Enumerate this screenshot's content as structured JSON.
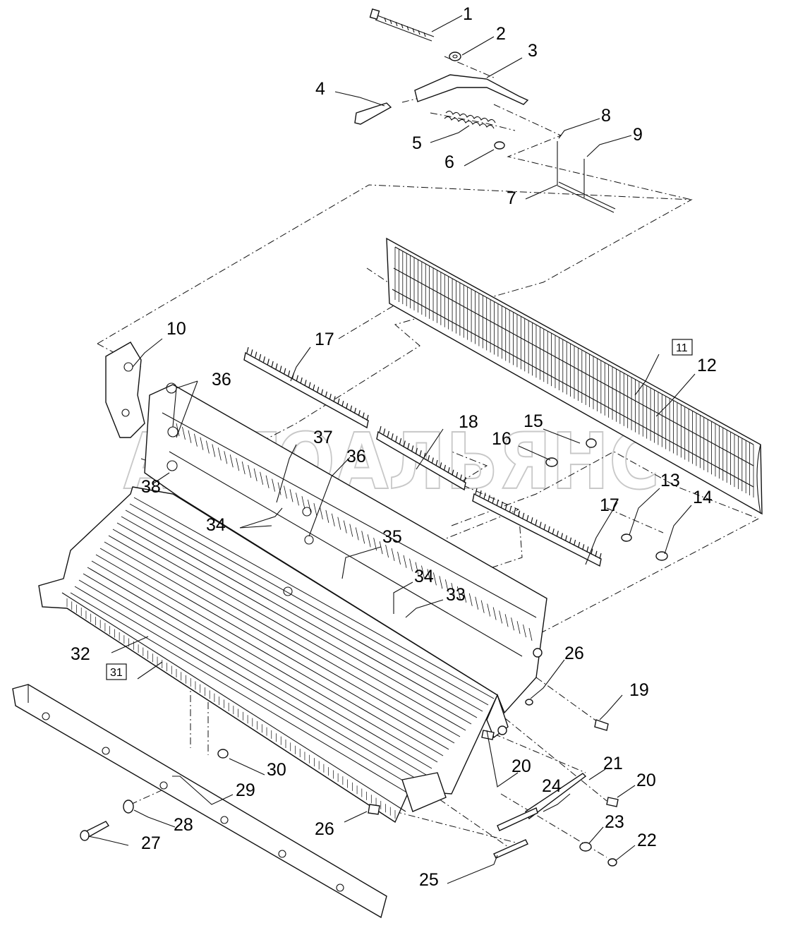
{
  "watermark": "АВТОАЛЬЯНС",
  "callouts": [
    {
      "id": "c1",
      "text": "1"
    },
    {
      "id": "c2",
      "text": "2"
    },
    {
      "id": "c3",
      "text": "3"
    },
    {
      "id": "c4",
      "text": "4"
    },
    {
      "id": "c5",
      "text": "5"
    },
    {
      "id": "c6",
      "text": "6"
    },
    {
      "id": "c7",
      "text": "7"
    },
    {
      "id": "c8",
      "text": "8"
    },
    {
      "id": "c9",
      "text": "9"
    },
    {
      "id": "c10",
      "text": "10"
    },
    {
      "id": "c11",
      "text": "11",
      "boxed": true
    },
    {
      "id": "c12",
      "text": "12"
    },
    {
      "id": "c13",
      "text": "13"
    },
    {
      "id": "c14",
      "text": "14"
    },
    {
      "id": "c15",
      "text": "15"
    },
    {
      "id": "c16",
      "text": "16"
    },
    {
      "id": "c17a",
      "text": "17"
    },
    {
      "id": "c17b",
      "text": "17"
    },
    {
      "id": "c18",
      "text": "18"
    },
    {
      "id": "c19",
      "text": "19"
    },
    {
      "id": "c20a",
      "text": "20"
    },
    {
      "id": "c20b",
      "text": "20"
    },
    {
      "id": "c21",
      "text": "21"
    },
    {
      "id": "c22",
      "text": "22"
    },
    {
      "id": "c23",
      "text": "23"
    },
    {
      "id": "c24",
      "text": "24"
    },
    {
      "id": "c25",
      "text": "25"
    },
    {
      "id": "c26a",
      "text": "26"
    },
    {
      "id": "c26b",
      "text": "26"
    },
    {
      "id": "c27",
      "text": "27"
    },
    {
      "id": "c28",
      "text": "28"
    },
    {
      "id": "c29",
      "text": "29"
    },
    {
      "id": "c30",
      "text": "30"
    },
    {
      "id": "c31",
      "text": "31",
      "boxed": true
    },
    {
      "id": "c32",
      "text": "32"
    },
    {
      "id": "c33",
      "text": "33"
    },
    {
      "id": "c34a",
      "text": "34"
    },
    {
      "id": "c34b",
      "text": "34"
    },
    {
      "id": "c35",
      "text": "35"
    },
    {
      "id": "c36a",
      "text": "36"
    },
    {
      "id": "c36b",
      "text": "36"
    },
    {
      "id": "c37",
      "text": "37"
    },
    {
      "id": "c38",
      "text": "38"
    }
  ]
}
